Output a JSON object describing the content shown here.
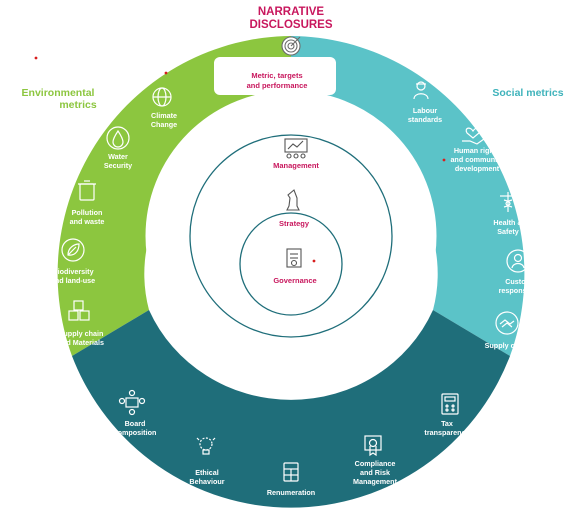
{
  "header": {
    "line1": "NARRATIVE",
    "line2": "DISCLOSURES"
  },
  "colors": {
    "environmental": "#8cc63f",
    "social": "#5bc3c8",
    "governance_band": "#1f6e7a",
    "accent": "#c8175d",
    "ring_line": "#1f6e7a"
  },
  "environmental": {
    "title_line1": "Environmental",
    "title_line2": "metrics",
    "items": [
      {
        "line1": "Climate",
        "line2": "Change",
        "icon": "globe-icon"
      },
      {
        "line1": "Water",
        "line2": "Security",
        "icon": "water-drop-icon"
      },
      {
        "line1": "Pollution",
        "line2": "and waste",
        "icon": "recycle-bin-icon"
      },
      {
        "line1": "Biodiversity",
        "line2": "and land-use",
        "icon": "leaf-icon"
      },
      {
        "line1": "Supply chain",
        "line2": "and Materials",
        "icon": "boxes-icon"
      }
    ]
  },
  "social": {
    "title": "Social metrics",
    "items": [
      {
        "line1": "Labour",
        "line2": "standards",
        "line3": "",
        "icon": "worker-icon"
      },
      {
        "line1": "Human rights",
        "line2": "and community",
        "line3": "development",
        "icon": "hand-heart-icon"
      },
      {
        "line1": "Health &",
        "line2": "Safety",
        "line3": "",
        "icon": "caduceus-icon"
      },
      {
        "line1": "Customer",
        "line2": "responsibility",
        "line3": "",
        "icon": "customer-icon"
      },
      {
        "line1": "Supply chain",
        "line2": "",
        "line3": "",
        "icon": "handshake-icon"
      }
    ]
  },
  "governance": {
    "items": [
      {
        "line1": "Board",
        "line2": "composition",
        "icon": "meeting-table-icon"
      },
      {
        "line1": "Ethical",
        "line2": "Behaviour",
        "icon": "lightbulb-icon"
      },
      {
        "line1": "Renumeration",
        "line2": "",
        "icon": "calculator-icon"
      },
      {
        "line1": "Compliance",
        "line2": "and Risk",
        "line3": "Management",
        "icon": "certificate-icon"
      },
      {
        "line1": "Tax",
        "line2": "transparency",
        "icon": "tax-calculator-icon"
      }
    ]
  },
  "metric_box": {
    "line1": "Metric, targets",
    "line2": "and performance",
    "icon": "target-icon"
  },
  "core": {
    "management": "Management",
    "strategy": "Strategy",
    "governance": "Governance"
  }
}
